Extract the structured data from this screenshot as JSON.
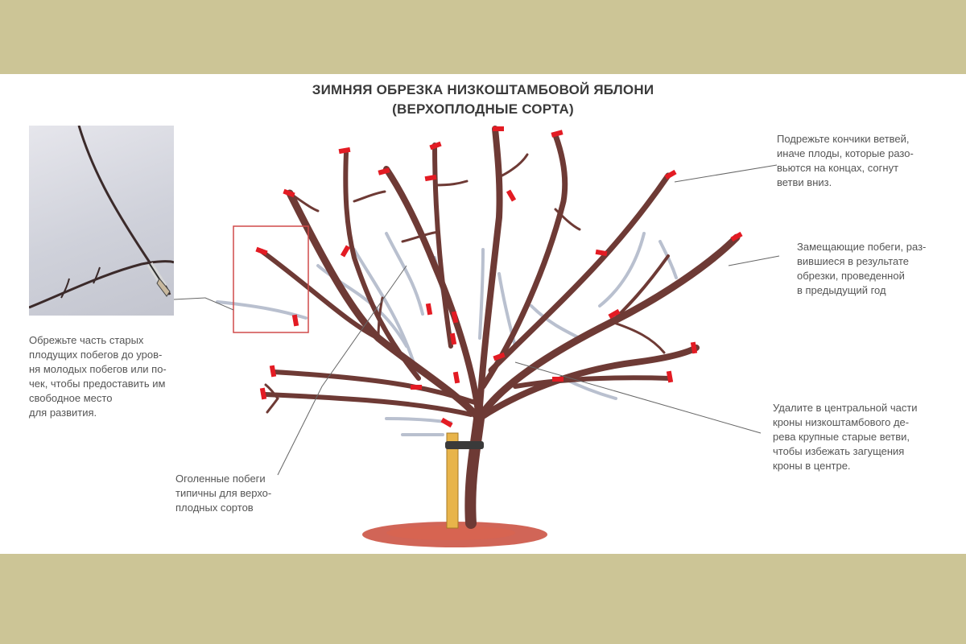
{
  "title": {
    "line1": "ЗИМНЯЯ ОБРЕЗКА НИЗКОШТАМБОВОЙ ЯБЛОНИ",
    "line2": "(ВЕРХОПЛОДНЫЕ СОРТА)"
  },
  "notes": {
    "left": "Обрежьте часть старых\nплодущих побегов до уров-\nня молодых побегов или по-\nчек, чтобы предоставить им\nсвободное место\nдля развития.",
    "bottom_left": "Оголенные побеги\nтипичны для верхо-\nплодных сортов",
    "top_right": "Подрежьте кончики ветвей,\nиначе плоды, которые разо-\nвьются на концах, согнут\nветви вниз.",
    "mid_right": "Замещающие побеги, раз-\nвившиеся в результате\nобрезки, проведенной\nв предыдущий год",
    "bottom_right": "Удалите в центральной части\nкроны низкоштамбового де-\nрева крупные старые ветви,\nчтобы избежать загущения\nкроны в центре."
  },
  "colors": {
    "band": "#ccc596",
    "trunk": "#6e3a35",
    "old_branch": "#b9c0cf",
    "cut_mark": "#e31b23",
    "soil": "#c94a3a",
    "stake": "#e8b44a",
    "leader_line": "#666666"
  }
}
